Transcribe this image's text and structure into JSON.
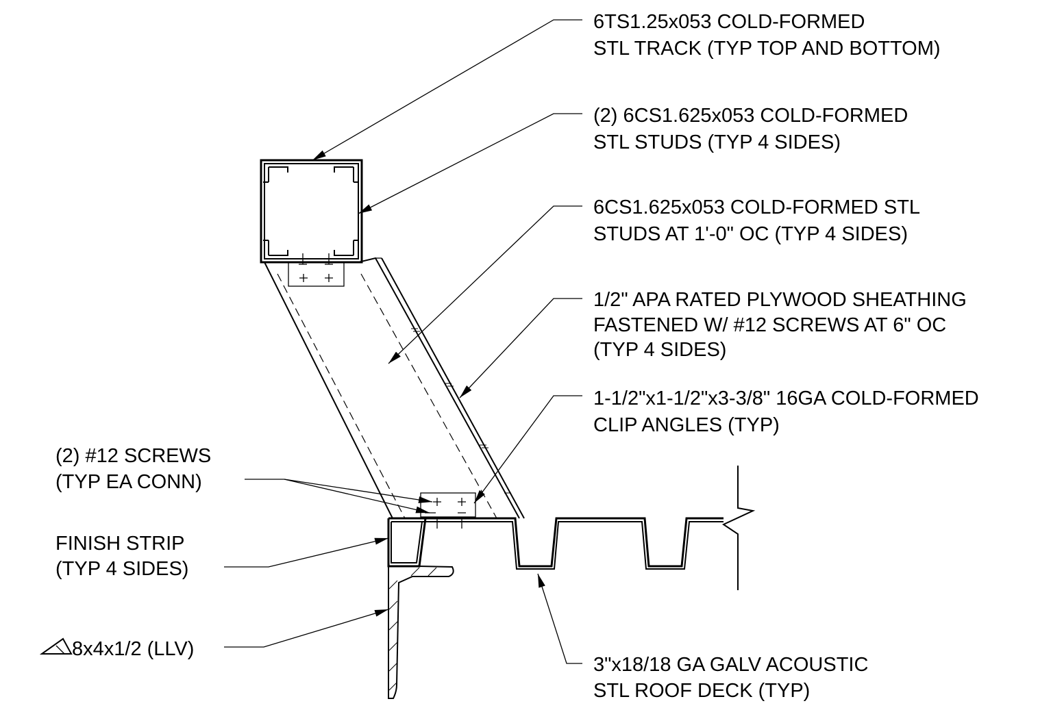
{
  "notes": {
    "track": {
      "line1": "6TS1.25x053 COLD-FORMED",
      "line2": "STL TRACK (TYP TOP AND BOTTOM)"
    },
    "studs_pair": {
      "line1": "(2) 6CS1.625x053 COLD-FORMED",
      "line2": "STL STUDS (TYP 4 SIDES)"
    },
    "studs_oc": {
      "line1": "6CS1.625x053 COLD-FORMED STL",
      "line2": "STUDS AT 1'-0\" OC (TYP 4 SIDES)"
    },
    "plywood": {
      "line1": "1/2\" APA RATED PLYWOOD SHEATHING",
      "line2": "FASTENED W/ #12 SCREWS AT 6\" OC",
      "line3": "(TYP 4 SIDES)"
    },
    "clip_angles": {
      "line1": "1-1/2\"x1-1/2\"x3-3/8\" 16GA COLD-FORMED",
      "line2": "CLIP ANGLES (TYP)"
    },
    "screws": {
      "line1": "(2) #12 SCREWS",
      "line2": "(TYP EA CONN)"
    },
    "finish_strip": {
      "line1": "FINISH STRIP",
      "line2": "(TYP 4 SIDES)"
    },
    "angle": {
      "label": "8x4x1/2 (LLV)"
    },
    "roof_deck": {
      "line1": "3\"x18/18 GA GALV ACOUSTIC",
      "line2": "STL ROOF DECK (TYP)"
    }
  },
  "icons": {
    "angle_symbol": "steel-angle-symbol-icon",
    "arrowhead": "leader-arrowhead-icon"
  }
}
